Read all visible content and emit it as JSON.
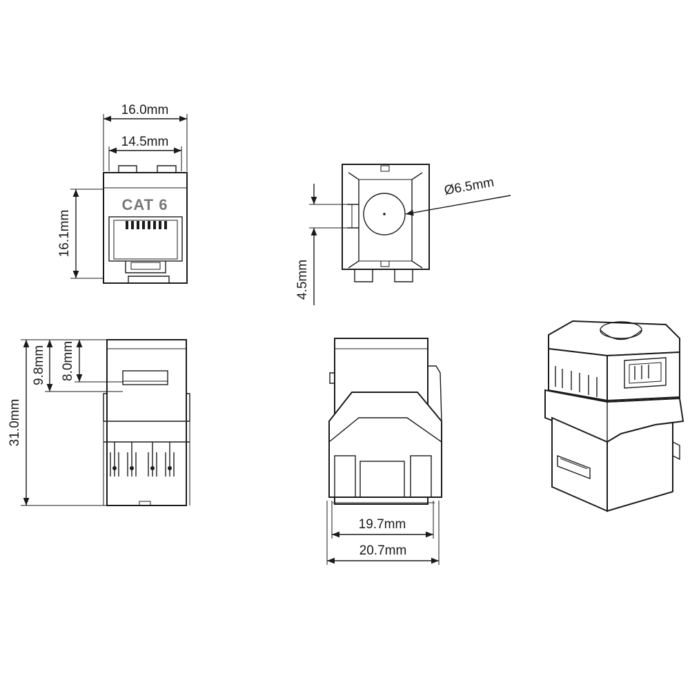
{
  "front_view": {
    "label": "CAT 6",
    "outer_width": "16.0mm",
    "inner_width": "14.5mm",
    "height": "16.1mm"
  },
  "rear_view": {
    "hole_diameter": "Ø6.5mm",
    "offset": "4.5mm"
  },
  "side_view": {
    "total_length": "31.0mm",
    "window_top": "9.8mm",
    "window_height": "8.0mm"
  },
  "bottom_view": {
    "inner_width": "19.7mm",
    "outer_width": "20.7mm"
  },
  "colors": {
    "line": "#1a1a1a",
    "label_gray": "#777777"
  }
}
